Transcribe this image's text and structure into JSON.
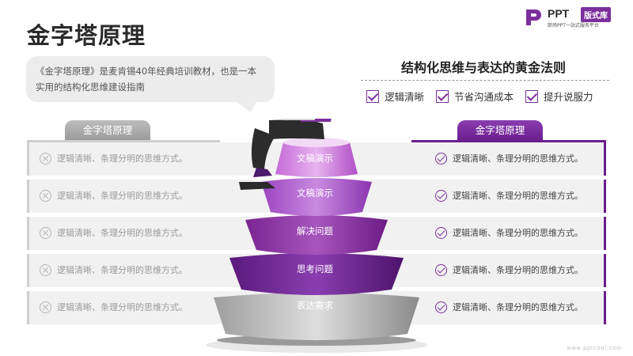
{
  "page": {
    "title": "金字塔原理"
  },
  "logo": {
    "brand": "PPT",
    "badge": "版式库",
    "tagline": "职场PPT一站式服务平台"
  },
  "intro": {
    "text": "《金字塔原理》是麦肯锡40年经典培训教材，也是一本实用的结构化思维建设指南"
  },
  "golden_rule": {
    "title": "结构化思维与表达的黄金法则",
    "checks": [
      "逻辑清晰",
      "节省沟通成本",
      "提升说服力"
    ]
  },
  "columns": {
    "left_header": "金字塔原理",
    "right_header": "金字塔原理"
  },
  "rows": [
    {
      "left": "逻辑清晰、条理分明的思维方式。",
      "right": "逻辑清晰、条理分明的思维方式。",
      "layer": "文稿演示"
    },
    {
      "left": "逻辑清晰、条理分明的思维方式。",
      "right": "逻辑清晰、条理分明的思维方式。",
      "layer": "文稿演示"
    },
    {
      "left": "逻辑清晰、条理分明的思维方式。",
      "right": "逻辑清晰、条理分明的思维方式。",
      "layer": "解决问题"
    },
    {
      "left": "逻辑清晰、条理分明的思维方式。",
      "right": "逻辑清晰、条理分明的思维方式。",
      "layer": "思考问题"
    },
    {
      "left": "逻辑清晰、条理分明的思维方式。",
      "right": "逻辑清晰、条理分明的思维方式。",
      "layer": "表达需求"
    }
  ],
  "footer": {
    "url": "www.pptcool.com"
  },
  "colors": {
    "accent": "#7b2f9c",
    "accent_dark": "#6b1e8e",
    "gray": "#bdbdbd"
  }
}
